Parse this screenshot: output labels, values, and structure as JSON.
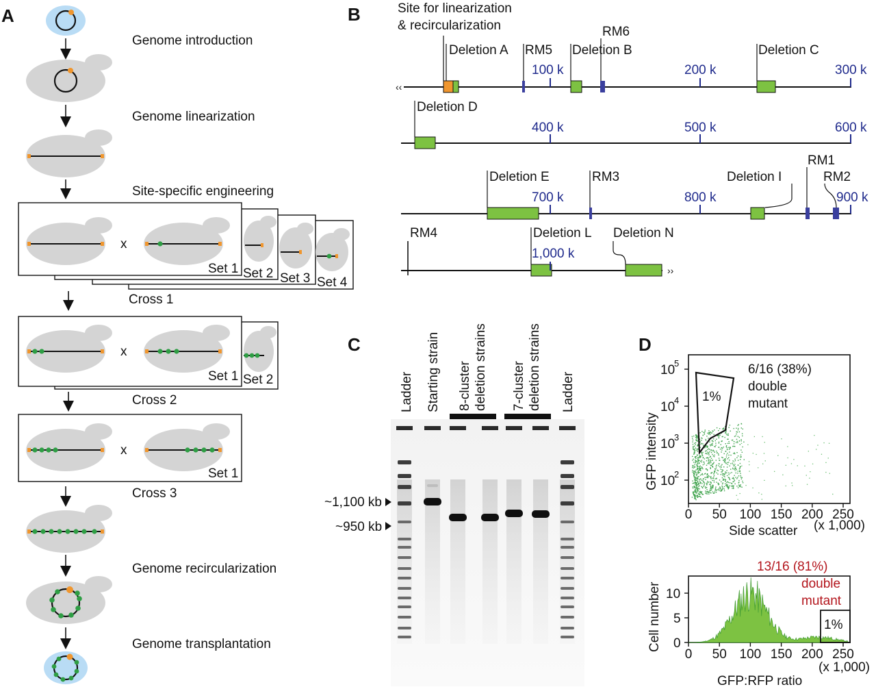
{
  "panels": {
    "a": "A",
    "b": "B",
    "c": "C",
    "d": "D"
  },
  "panel_a": {
    "steps": {
      "intro": "Genome introduction",
      "linearization": "Genome linearization",
      "engineering": "Site-specific engineering",
      "recircularization": "Genome recircularization",
      "transplantation": "Genome transplantation"
    },
    "cross_sign": "x",
    "crosses": [
      "Cross 1",
      "Cross 2",
      "Cross 3"
    ],
    "sets": {
      "s1": "Set 1",
      "s2": "Set 2",
      "s3": "Set 3",
      "s4": "Set 4"
    }
  },
  "panel_b": {
    "site_label_1": "Site for linearization",
    "site_label_2": "& recircularization",
    "features": {
      "del_a": "Deletion A",
      "del_b": "Deletion B",
      "del_c": "Deletion C",
      "del_d": "Deletion D",
      "del_e": "Deletion E",
      "del_i": "Deletion I",
      "del_l": "Deletion L",
      "del_n": "Deletion N",
      "rm1": "RM1",
      "rm2": "RM2",
      "rm3": "RM3",
      "rm4": "RM4",
      "rm5": "RM5",
      "rm6": "RM6"
    },
    "ticks": {
      "t100": "100 k",
      "t200": "200 k",
      "t300": "300 k",
      "t400": "400 k",
      "t500": "500 k",
      "t600": "600 k",
      "t700": "700 k",
      "t800": "800 k",
      "t900": "900 k",
      "t1000": "1,000 k"
    },
    "colors": {
      "deletion": "#7dc242",
      "rm": "#3a3f9e",
      "site": "#f0962e",
      "tick_text": "#1f2a8c"
    }
  },
  "panel_c": {
    "lanes": {
      "ladder1": "Ladder",
      "start": "Starting strain",
      "eight_1": "8-cluster",
      "eight_2": "deletion strains",
      "seven_1": "7-cluster",
      "seven_2": "deletion strains",
      "ladder2": "Ladder"
    },
    "markers": {
      "m1100": "~1,100 kb",
      "m950": "~950 kb"
    }
  },
  "panel_d": {
    "scatter": {
      "annotation_1": "6/16 (38%)",
      "annotation_2": "double",
      "annotation_3": "mutant",
      "gate": "1%",
      "ylabel": "GFP intensity",
      "xlabel": "Side scatter",
      "xunit": "(x 1,000)",
      "yticks": [
        "10",
        "10",
        "10",
        "10"
      ],
      "ytick_exp": [
        "2",
        "3",
        "4",
        "5"
      ],
      "xticks": [
        "0",
        "50",
        "100",
        "150",
        "200",
        "250"
      ]
    },
    "histogram": {
      "annotation_1": "13/16 (81%)",
      "annotation_2": "double",
      "annotation_3": "mutant",
      "gate": "1%",
      "ylabel": "Cell number",
      "xlabel": "GFP:RFP ratio",
      "xunit": "(x 1,000)",
      "yticks": [
        "0",
        "5",
        "10"
      ],
      "xticks": [
        "0",
        "50",
        "100",
        "150",
        "200",
        "250"
      ]
    }
  }
}
